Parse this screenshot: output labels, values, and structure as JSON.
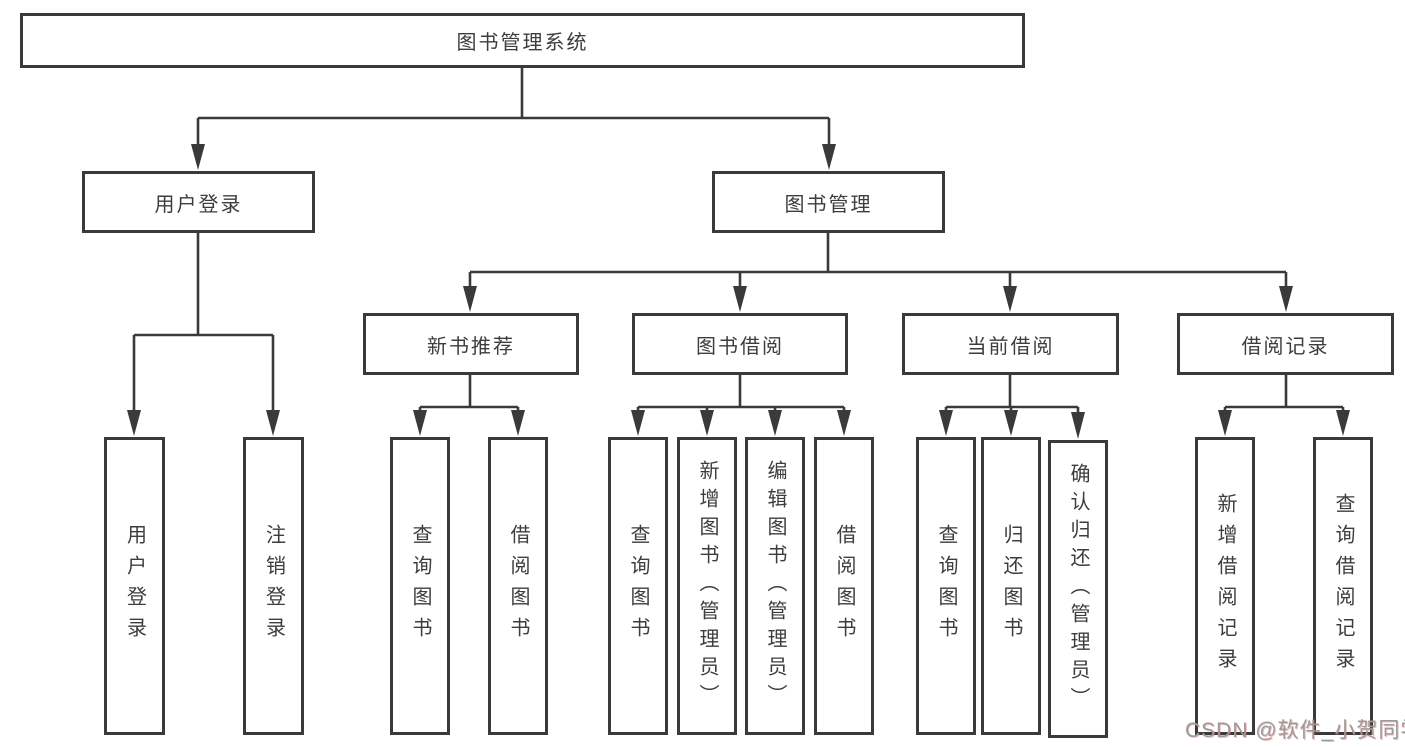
{
  "diagram": {
    "type": "tree",
    "root": {
      "label": "图书管理系统"
    },
    "level2": [
      {
        "label": "用户登录",
        "children": [
          {
            "label": "用户登录"
          },
          {
            "label": "注销登录"
          }
        ]
      },
      {
        "label": "图书管理",
        "children": [
          {
            "label": "新书推荐",
            "children": [
              {
                "label": "查询图书"
              },
              {
                "label": "借阅图书"
              }
            ]
          },
          {
            "label": "图书借阅",
            "children": [
              {
                "label": "查询图书"
              },
              {
                "label": "新增图书（管理员）"
              },
              {
                "label": "编辑图书（管理员）"
              },
              {
                "label": "借阅图书"
              }
            ]
          },
          {
            "label": "当前借阅",
            "children": [
              {
                "label": "查询图书"
              },
              {
                "label": "归还图书"
              },
              {
                "label": "确认归还（管理员）"
              }
            ]
          },
          {
            "label": "借阅记录",
            "children": [
              {
                "label": "新增借阅记录"
              },
              {
                "label": "查询借阅记录"
              }
            ]
          }
        ]
      }
    ]
  },
  "watermark": {
    "text": "CSDN @软件_小贺同学"
  },
  "colors": {
    "line": "#3a3a3a",
    "text": "#3d3d3d",
    "background": "#ffffff",
    "watermark": "#9b9b9b"
  }
}
